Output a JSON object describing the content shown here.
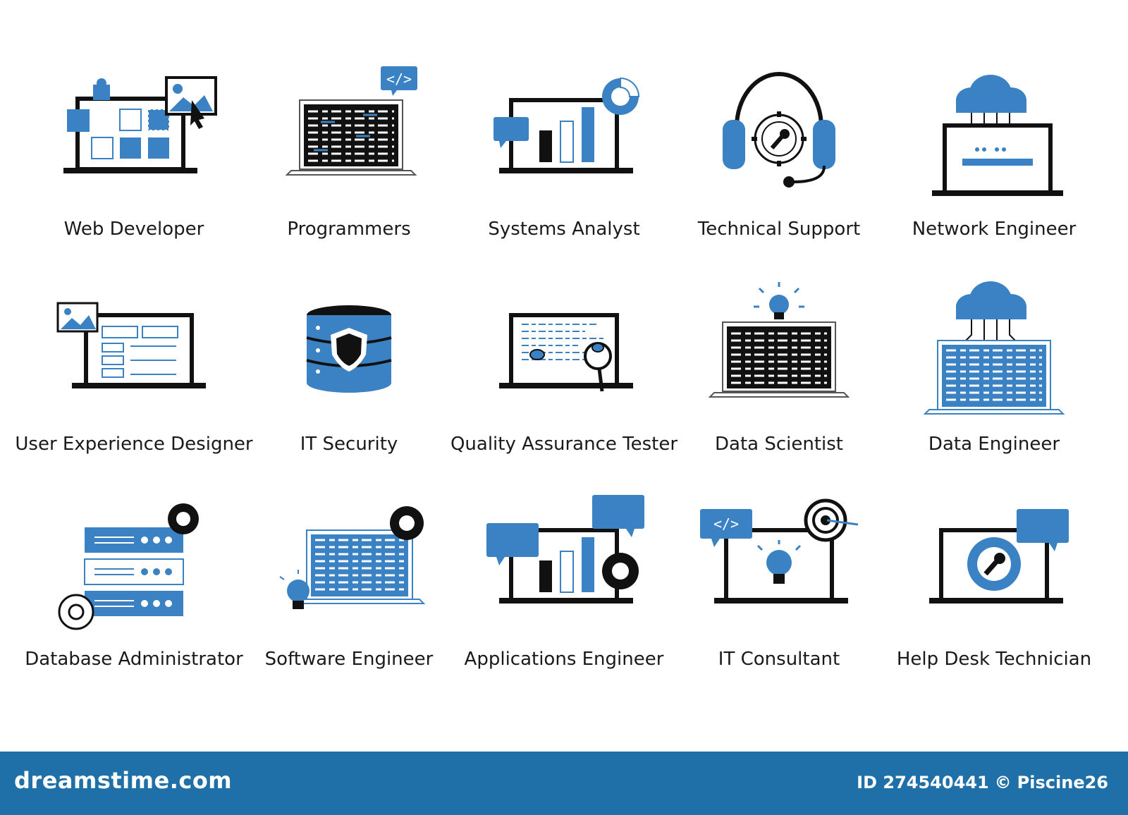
{
  "colors": {
    "accent": "#3a82c4",
    "dark": "#111111",
    "footer": "#1f6fa8"
  },
  "items": [
    {
      "label": "Web Developer",
      "icon": "web-developer-icon"
    },
    {
      "label": "Programmers",
      "icon": "programmers-icon"
    },
    {
      "label": "Systems Analyst",
      "icon": "systems-analyst-icon"
    },
    {
      "label": "Technical Support",
      "icon": "technical-support-icon"
    },
    {
      "label": "Network Engineer",
      "icon": "network-engineer-icon"
    },
    {
      "label": "User Experience Designer",
      "icon": "ux-designer-icon"
    },
    {
      "label": "IT Security",
      "icon": "it-security-icon"
    },
    {
      "label": "Quality Assurance Tester",
      "icon": "qa-tester-icon"
    },
    {
      "label": "Data Scientist",
      "icon": "data-scientist-icon"
    },
    {
      "label": "Data Engineer",
      "icon": "data-engineer-icon"
    },
    {
      "label": "Database Administrator",
      "icon": "database-administrator-icon"
    },
    {
      "label": "Software Engineer",
      "icon": "software-engineer-icon"
    },
    {
      "label": "Applications Engineer",
      "icon": "applications-engineer-icon"
    },
    {
      "label": "IT Consultant",
      "icon": "it-consultant-icon"
    },
    {
      "label": "Help Desk Technician",
      "icon": "help-desk-technician-icon"
    }
  ],
  "footer": {
    "brand": "dreamstime.com",
    "id_text": "ID 274540441",
    "copyright": "©",
    "author": "Piscine26"
  }
}
